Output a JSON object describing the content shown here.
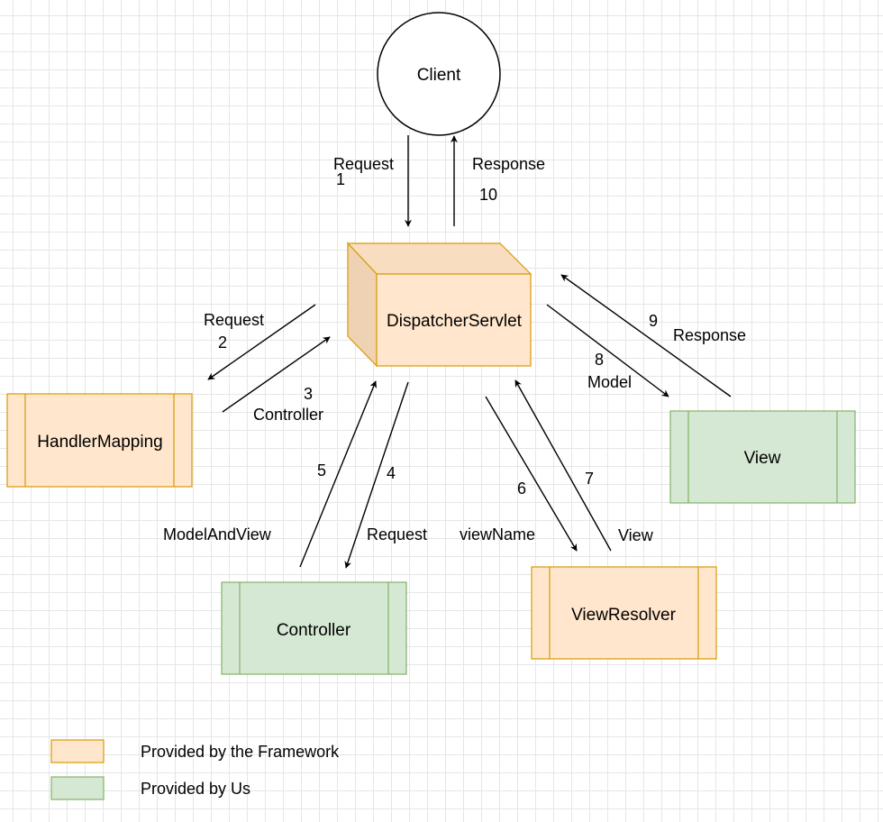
{
  "colors": {
    "framework_fill": "#ffe6cc",
    "framework_stroke": "#d79b00",
    "us_fill": "#d5e8d4",
    "us_stroke": "#82b366",
    "cube_side": "#f2d5b8",
    "line": "#000000"
  },
  "nodes": {
    "client": "Client",
    "dispatcher": "DispatcherServlet",
    "handler_mapping": "HandlerMapping",
    "controller": "Controller",
    "view_resolver": "ViewResolver",
    "view": "View"
  },
  "edges": {
    "e1": {
      "label": "Request",
      "num": "1"
    },
    "e10": {
      "label": "Response",
      "num": "10"
    },
    "e2": {
      "label": "Request",
      "num": "2"
    },
    "e3": {
      "label": "Controller",
      "num": "3"
    },
    "e4": {
      "label": "Request",
      "num": "4"
    },
    "e5": {
      "label": "ModelAndView",
      "num": "5"
    },
    "e6": {
      "label": "viewName",
      "num": "6"
    },
    "e7": {
      "label": "View",
      "num": "7"
    },
    "e8": {
      "label": "Model",
      "num": "8"
    },
    "e9": {
      "label": "Response",
      "num": "9"
    }
  },
  "legend": {
    "framework": "Provided by the Framework",
    "us": "Provided by Us"
  }
}
